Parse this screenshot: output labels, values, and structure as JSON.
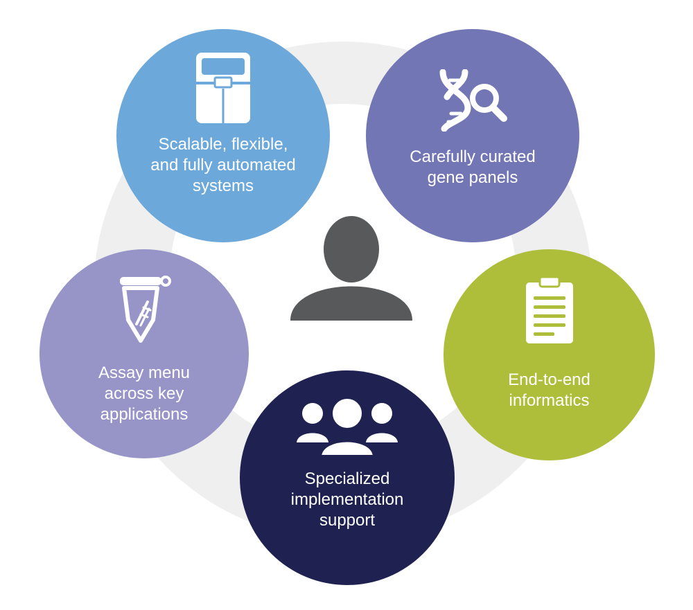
{
  "diagram": {
    "colors": {
      "ring": "#efefef",
      "automation": "#6ca8da",
      "gene_panels": "#7376b5",
      "assay": "#9795c8",
      "informatics": "#afbe3a",
      "support": "#1f2251",
      "center_person": "#58595b"
    },
    "center": {
      "icon": "person-icon"
    },
    "nodes": {
      "automation": {
        "label": "Scalable, flexible,\nand fully automated\nsystems",
        "icon": "sequencer-instrument-icon"
      },
      "gene_panels": {
        "label": "Carefully curated\ngene panels",
        "icon": "dna-magnifier-icon"
      },
      "assay": {
        "label": "Assay menu\nacross key\napplications",
        "icon": "sample-tube-icon"
      },
      "informatics": {
        "label": "End-to-end\ninformatics",
        "icon": "clipboard-icon"
      },
      "support": {
        "label": "Specialized\nimplementation\nsupport",
        "icon": "team-icon"
      }
    }
  }
}
